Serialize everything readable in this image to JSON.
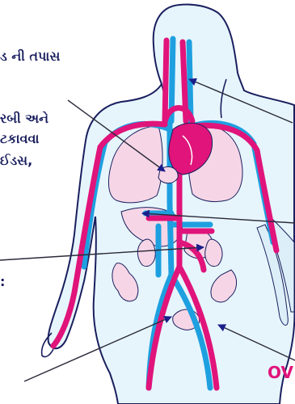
{
  "labels": {
    "top_fragment": "ડ ની તપાસ",
    "middle_line1": "રબી અને",
    "middle_line2": "ટકાવવા",
    "middle_line3": "ઈડસ,",
    "middle_line4": "",
    "lower_fragment": ":",
    "bottom_right_fragment": "OV"
  },
  "colors": {
    "artery": "#e0147a",
    "vein": "#1ea0e0",
    "outline": "#1a1f5e",
    "body_fill": "#e6f5fc",
    "organ_fill": "#f6d6e6",
    "pointer": "#2a2a3a",
    "arrowhead": "#1a1f8a",
    "bone_fill": "#dceff8",
    "heart": "#e0147a"
  }
}
